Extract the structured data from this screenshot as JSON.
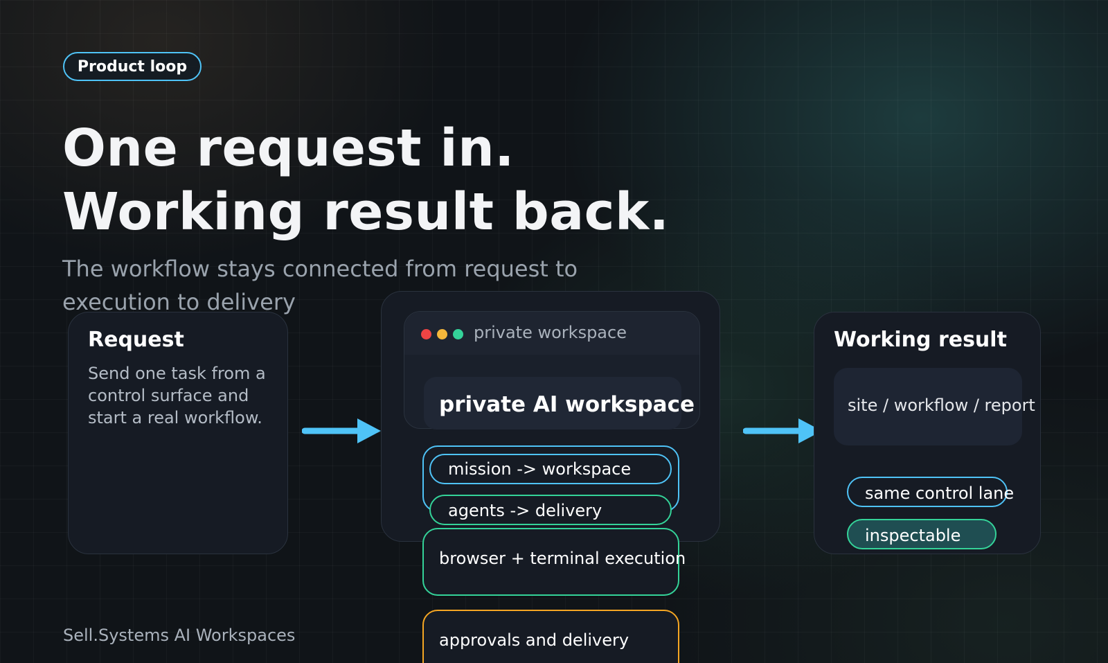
{
  "badge": "Product loop",
  "headline": [
    "One request in.",
    "Working result back."
  ],
  "subheading": "The workflow stays connected from request to execution to delivery",
  "request_card": {
    "title": "Request",
    "body": "Send one task from a control surface and start a real workflow."
  },
  "workspace_card": {
    "window_title": "private workspace",
    "inner_label": "private AI workspace",
    "steps": [
      "mission -> workspace",
      "agents -> delivery",
      "browser + terminal execution",
      "approvals and delivery"
    ]
  },
  "result_card": {
    "title": "Working result",
    "output_label": "site / workflow / report",
    "tags": [
      "same control lane",
      "inspectable"
    ]
  },
  "footer": "Sell.Systems AI Workspaces",
  "colors": {
    "accent_blue": "#4fc3f7",
    "accent_green": "#34d399",
    "accent_orange": "#f5a623",
    "window_red": "#ef4444",
    "window_yellow": "#f5b73b",
    "window_green": "#34d399"
  },
  "icons": [
    "arrow-right-icon",
    "window-dots-icon"
  ]
}
